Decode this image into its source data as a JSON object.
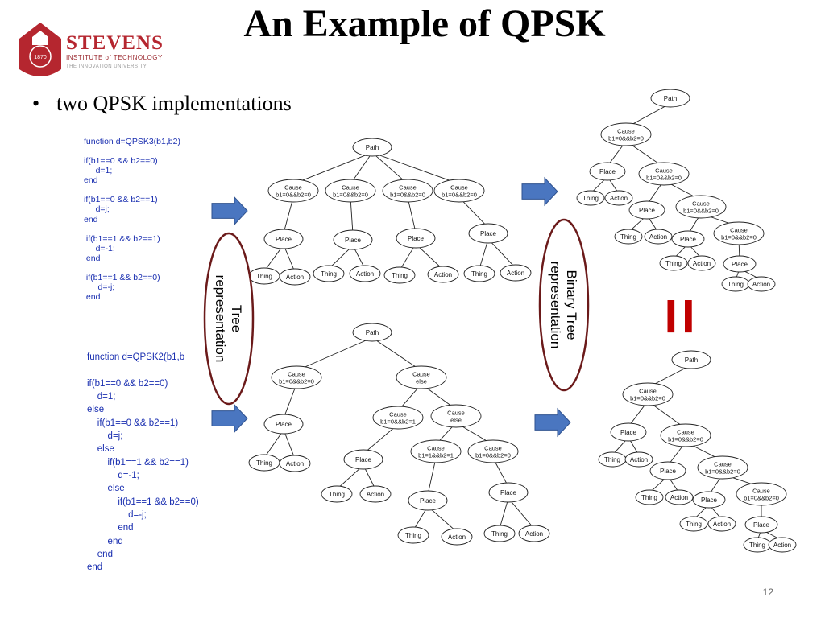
{
  "slide": {
    "title": "An Example of QPSK",
    "bullet": "two QPSK implementations",
    "page_number": "12"
  },
  "logo": {
    "name": "STEVENS",
    "subtitle": "INSTITUTE of TECHNOLOGY",
    "tagline": "THE INNOVATION UNIVERSITY",
    "year": "1870",
    "icon": "stevens-seal-icon"
  },
  "code": {
    "qpsk3": "function d=QPSK3(b1,b2)\n\nif(b1==0 && b2==0)\n     d=1;\nend\n\nif(b1==0 && b2==1)\n     d=j;\nend\n\n if(b1==1 && b2==1)\n     d=-1;\n end\n\n if(b1==1 && b2==0)\n      d=-j;\n end",
    "qpsk2": "function d=QPSK2(b1,b\n\nif(b1==0 && b2==0)\n    d=1;\nelse\n    if(b1==0 && b2==1)\n        d=j;\n    else\n        if(b1==1 && b2==1)\n            d=-1;\n        else\n            if(b1==1 && b2==0)\n                d=-j;\n            end\n        end\n    end\nend"
  },
  "labels": {
    "tree": "Tree\nrepresentation",
    "binary": "Binary Tree\nrepresentation",
    "equals": "="
  },
  "nodes": {
    "path": "Path",
    "cause": "Cause",
    "place": "Place",
    "thing": "Thing",
    "action": "Action",
    "c00": "b1=0&&b2=0",
    "c01": "b1=0&&b2=1",
    "c11": "b1=1&&b2=1",
    "else": "else"
  },
  "colors": {
    "arrow": "#4a76c0",
    "arrow_stroke": "#2f528f",
    "ellipse_border": "#6b1a1a",
    "equals": "#c00000",
    "code_text": "#1a2fb0",
    "logo_red": "#b5262f"
  }
}
